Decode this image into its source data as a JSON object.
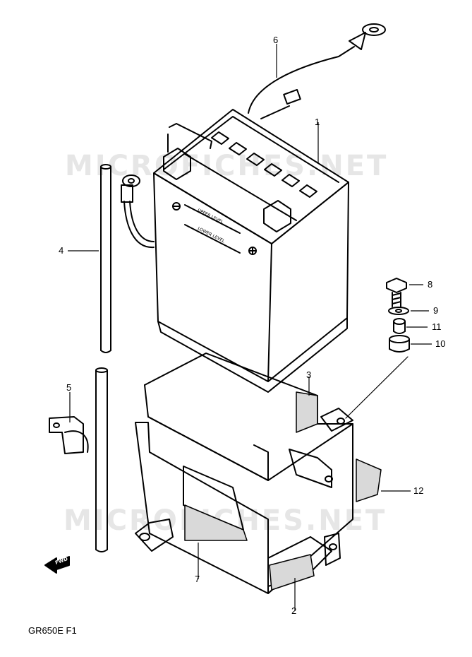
{
  "watermark": "MICROFICHES.NET",
  "footer": {
    "model_code": "GR650E",
    "figure": "F1"
  },
  "battery": {
    "level_upper": "UPPER LEVEL",
    "level_lower": "LOWER LEVEL"
  },
  "forward_marker": "FWD",
  "callouts": [
    {
      "id": "1",
      "label": "1"
    },
    {
      "id": "2",
      "label": "2"
    },
    {
      "id": "3",
      "label": "3"
    },
    {
      "id": "4",
      "label": "4"
    },
    {
      "id": "5",
      "label": "5"
    },
    {
      "id": "6",
      "label": "6"
    },
    {
      "id": "7",
      "label": "7"
    },
    {
      "id": "8",
      "label": "8"
    },
    {
      "id": "9",
      "label": "9"
    },
    {
      "id": "10",
      "label": "10"
    },
    {
      "id": "11",
      "label": "11"
    },
    {
      "id": "12",
      "label": "12"
    }
  ]
}
